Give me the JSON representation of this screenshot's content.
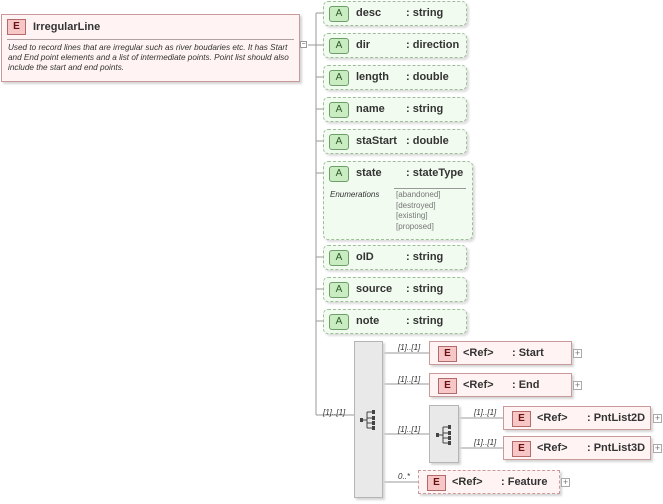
{
  "element": {
    "badge": "E",
    "name": "IrregularLine",
    "description": "Used to record lines that are irregular such as river boudaries etc. It has Start and End point elements and a list of intermediate points. Point list should also include the start and end points."
  },
  "attributes": [
    {
      "badge": "A",
      "name": "desc",
      "type": ": string"
    },
    {
      "badge": "A",
      "name": "dir",
      "type": ": direction"
    },
    {
      "badge": "A",
      "name": "length",
      "type": ": double"
    },
    {
      "badge": "A",
      "name": "name",
      "type": ": string"
    },
    {
      "badge": "A",
      "name": "staStart",
      "type": ": double"
    },
    {
      "badge": "A",
      "name": "state",
      "type": ": stateType"
    },
    {
      "badge": "A",
      "name": "oID",
      "type": ": string"
    },
    {
      "badge": "A",
      "name": "source",
      "type": ": string"
    },
    {
      "badge": "A",
      "name": "note",
      "type": ": string"
    }
  ],
  "state_enumerations": {
    "label": "Enumerations",
    "values": [
      "[abandoned]",
      "[destroyed]",
      "[existing]",
      "[proposed]"
    ]
  },
  "sequence": {
    "cardinality": "[1]..[1]",
    "children": [
      {
        "badge": "E",
        "ref": "<Ref>",
        "name": ": Start",
        "cardinality": "[1]..[1]"
      },
      {
        "badge": "E",
        "ref": "<Ref>",
        "name": ": End",
        "cardinality": "[1]..[1]"
      },
      {
        "badge": "E",
        "ref": "<Ref>",
        "name": ": Feature",
        "cardinality": "0..*"
      }
    ],
    "inner_sequence": {
      "cardinality": "[1]..[1]",
      "children": [
        {
          "badge": "E",
          "ref": "<Ref>",
          "name": ": PntList2D",
          "cardinality": "[1]..[1]"
        },
        {
          "badge": "E",
          "ref": "<Ref>",
          "name": ": PntList3D",
          "cardinality": "[1]..[1]"
        }
      ]
    }
  },
  "icons": {
    "collapse": "minus-icon",
    "expand": "plus-icon",
    "sequence": "sequence-compositor-icon"
  },
  "colors": {
    "element_fill": "#fff3f3",
    "element_badge": "#f7c7c7",
    "attribute_fill": "#f1fbef",
    "attribute_badge": "#c9ecc2",
    "compositor_fill": "#e9e9e9"
  }
}
